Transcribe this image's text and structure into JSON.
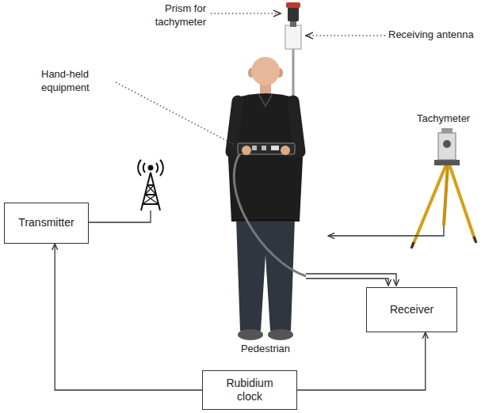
{
  "diagram": {
    "nodes": [
      {
        "text": [
          "Transmitter"
        ]
      },
      {
        "text": [
          "Receiver"
        ]
      },
      {
        "text": [
          "Rubidium clock"
        ]
      }
    ],
    "edges": [
      {
        "from": 2,
        "to": 0,
        "arrow": "to"
      },
      {
        "from": 2,
        "to": 1,
        "arrow": "to"
      }
    ],
    "labels": [
      "Prism for tachymeter",
      "Receiving antenna",
      "Hand-held equipment",
      "Tachymeter",
      "Pedestrian"
    ]
  }
}
